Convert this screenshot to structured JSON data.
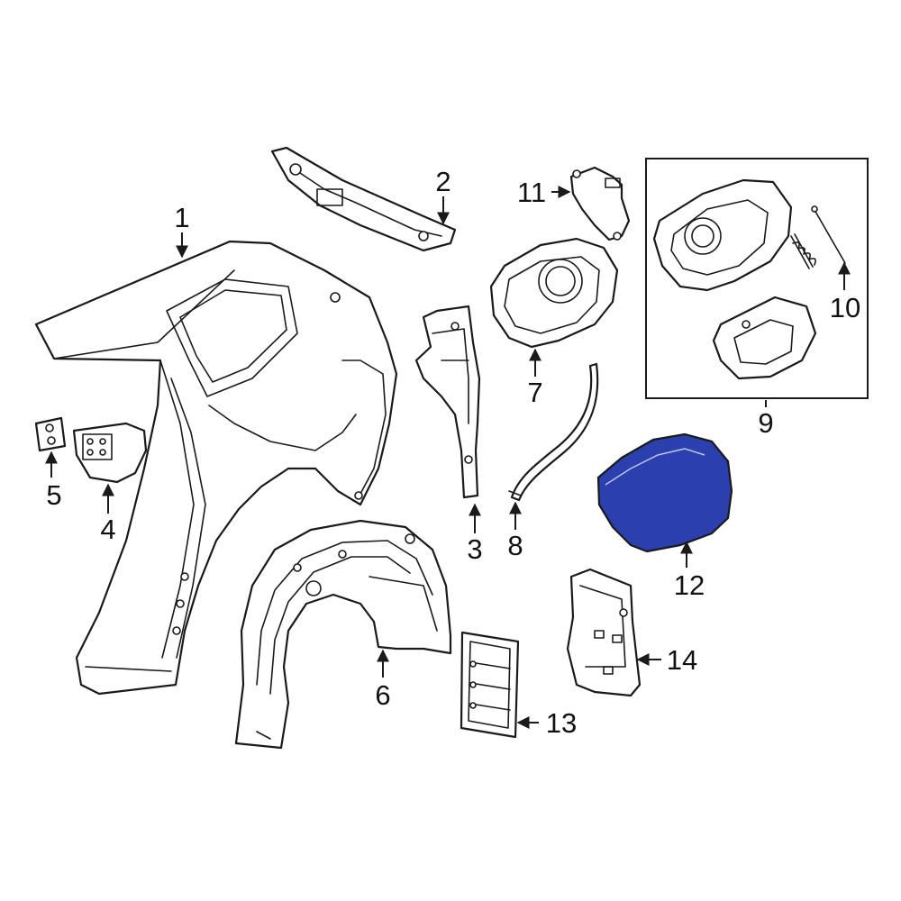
{
  "diagram": {
    "highlight_color": "#2b3fae",
    "callouts": [
      {
        "id": "1",
        "label": "1"
      },
      {
        "id": "2",
        "label": "2"
      },
      {
        "id": "3",
        "label": "3"
      },
      {
        "id": "4",
        "label": "4"
      },
      {
        "id": "5",
        "label": "5"
      },
      {
        "id": "6",
        "label": "6"
      },
      {
        "id": "7",
        "label": "7"
      },
      {
        "id": "8",
        "label": "8"
      },
      {
        "id": "9",
        "label": "9"
      },
      {
        "id": "10",
        "label": "10"
      },
      {
        "id": "11",
        "label": "11"
      },
      {
        "id": "12",
        "label": "12"
      },
      {
        "id": "13",
        "label": "13"
      },
      {
        "id": "14",
        "label": "14"
      }
    ]
  }
}
